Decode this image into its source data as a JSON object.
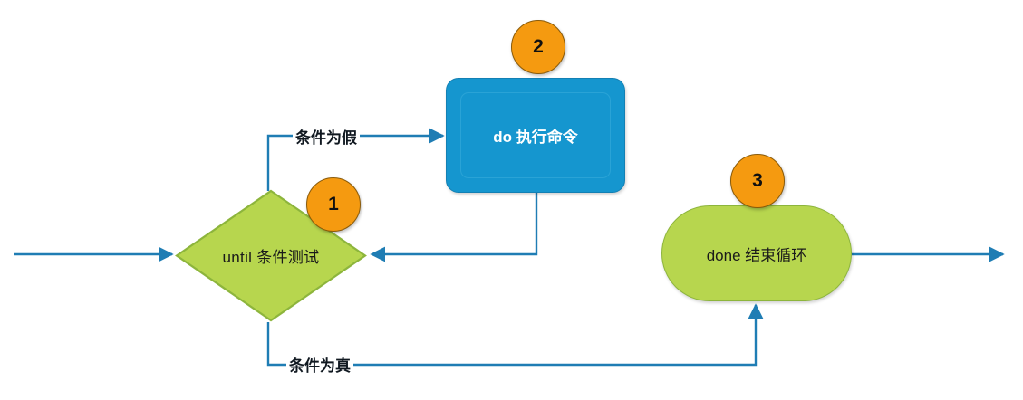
{
  "diagram": {
    "title": "until-loop-flowchart",
    "background": "#ffffff",
    "colors": {
      "green_fill": "#b7d64e",
      "green_stroke": "#8db53c",
      "blue_fill": "#1596cf",
      "blue_stroke": "#1380b4",
      "blue_inner_stroke": "#2aa3d6",
      "orange_badge": "#f59a10",
      "badge_stroke": "#8a5a08",
      "connector": "#1f7db4",
      "text_dark": "#1a1a1a",
      "text_light": "#ffffff"
    },
    "nodes": [
      {
        "id": "decision",
        "shape": "diamond",
        "label": "until 条件测试",
        "badge": "1"
      },
      {
        "id": "process",
        "shape": "subprocess-rounded-rect",
        "label": "do 执行命令",
        "badge": "2"
      },
      {
        "id": "terminator",
        "shape": "stadium",
        "label": "done 结束循环",
        "badge": "3"
      }
    ],
    "edges": [
      {
        "id": "entry",
        "from": "start",
        "to": "decision",
        "label": ""
      },
      {
        "id": "false-branch",
        "from": "decision",
        "to": "process",
        "label": "条件为假"
      },
      {
        "id": "loop-back",
        "from": "process",
        "to": "decision",
        "label": ""
      },
      {
        "id": "true-branch",
        "from": "decision",
        "to": "terminator",
        "label": "条件为真"
      },
      {
        "id": "exit",
        "from": "terminator",
        "to": "end",
        "label": ""
      }
    ],
    "badges": {
      "one": "1",
      "two": "2",
      "three": "3"
    },
    "labels": {
      "condition_false": "条件为假",
      "condition_true": "条件为真"
    }
  }
}
